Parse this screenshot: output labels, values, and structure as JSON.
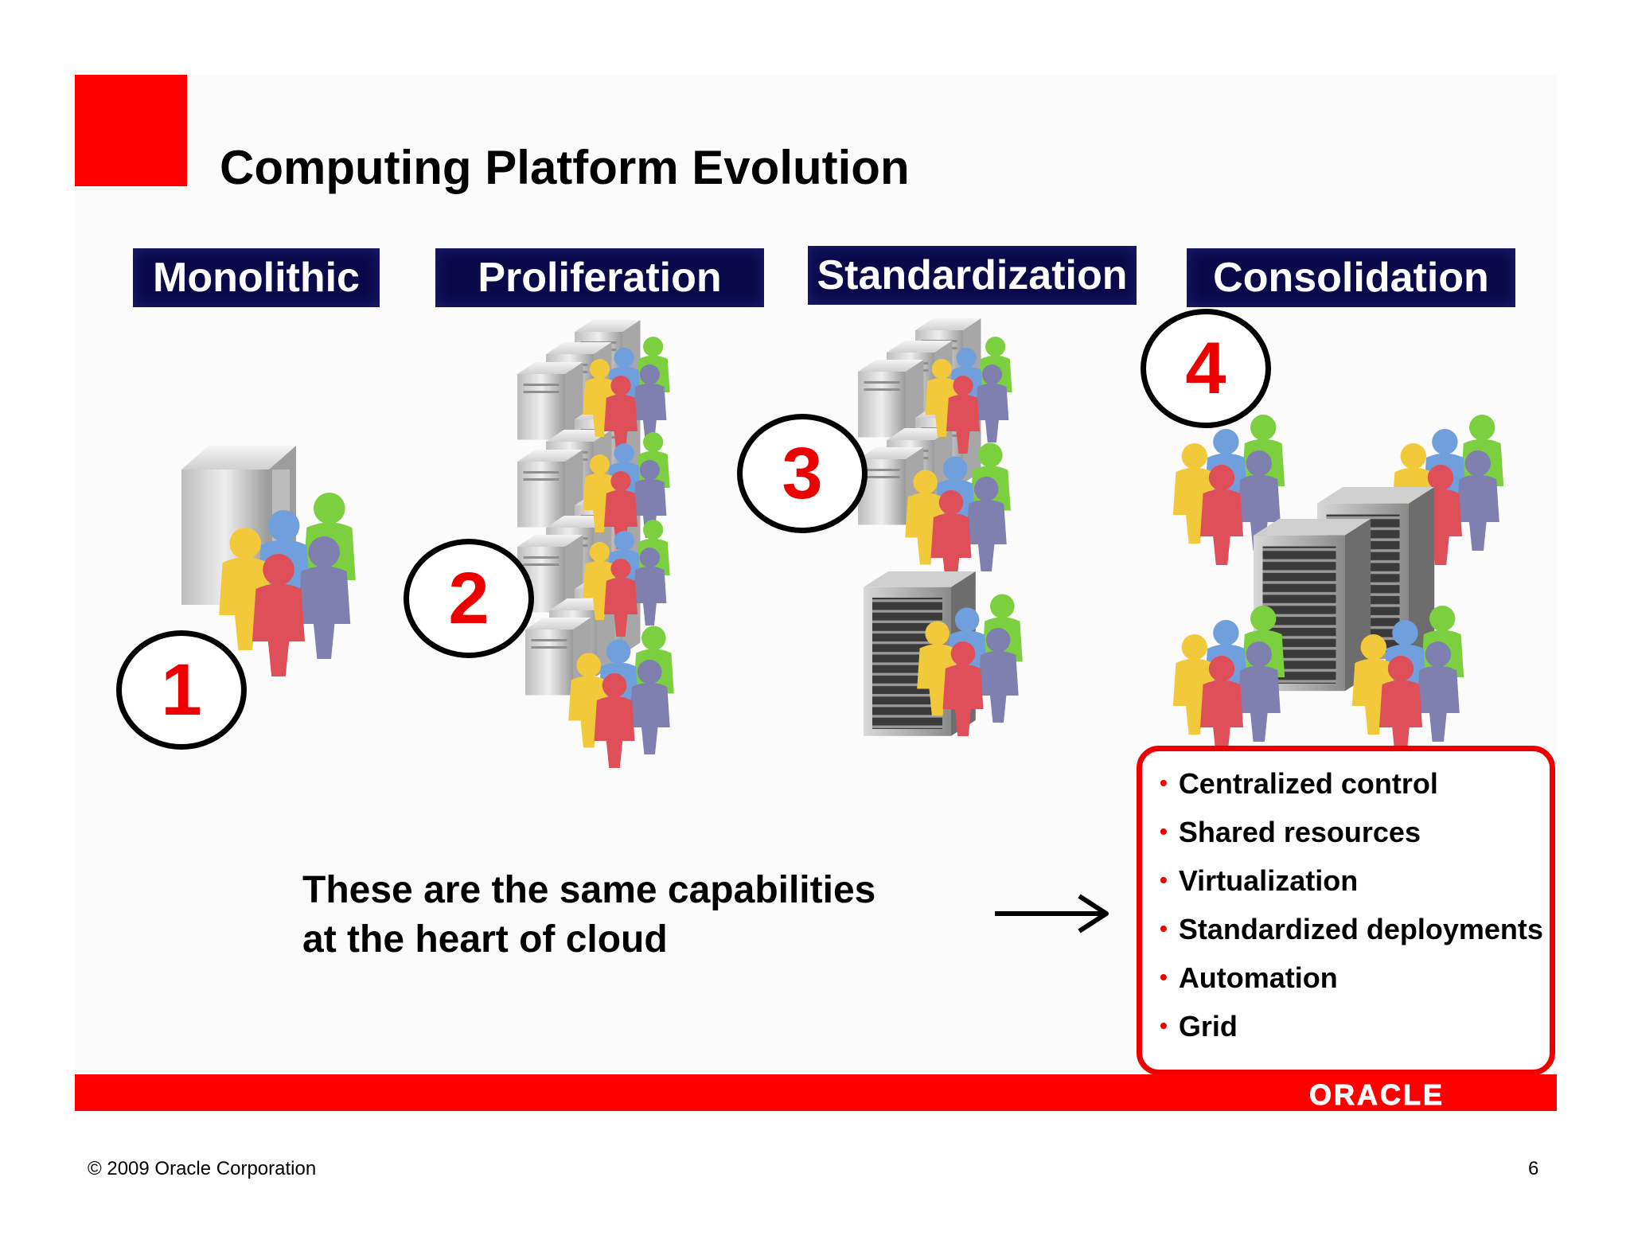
{
  "slide": {
    "title": "Computing Platform Evolution",
    "phases": [
      "Monolithic",
      "Proliferation",
      "Standardization",
      "Consolidation"
    ],
    "badges": [
      "1",
      "2",
      "3",
      "4"
    ],
    "message": [
      "These are the same capabilities",
      "at the heart of cloud"
    ],
    "capabilities": [
      "Centralized control",
      "Shared resources",
      "Virtualization",
      "Standardized deployments",
      "Automation",
      "Grid"
    ]
  },
  "footer": {
    "logo": "ORACLE",
    "copyright": "© 2009 Oracle Corporation",
    "page_number": "6"
  },
  "colors": {
    "accent": "#ff0000",
    "phase_bg": "#0a0a4a",
    "badge_text": "#ee0000"
  },
  "icons": [
    "server-tower-icon",
    "rack-server-icon",
    "people-group-icon",
    "right-arrow-icon"
  ]
}
